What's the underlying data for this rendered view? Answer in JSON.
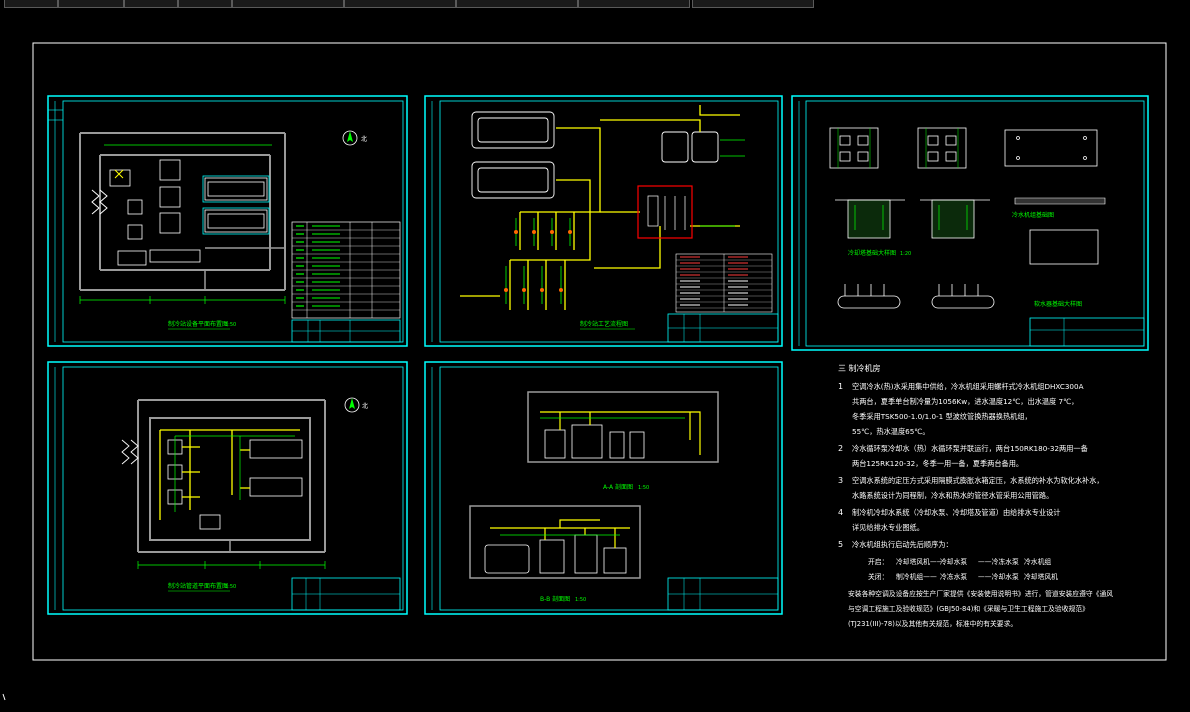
{
  "sheets": {
    "sheet1": {
      "caption": "制冷站设备平面布置图",
      "scale": "1:50",
      "north": "北"
    },
    "sheet2": {
      "caption": "制冷站工艺流程图"
    },
    "sheet3": {
      "captions": [
        "冷水机组基础图",
        "冷却塔基础大样图",
        "软水器基础大样图"
      ],
      "scale": "1:20"
    },
    "sheet4": {
      "caption": "制冷站管道平面布置图",
      "scale": "1:50",
      "north": "北"
    },
    "sheet5": {
      "captions": [
        "A-A 剖面图",
        "B-B 剖面图"
      ],
      "scale": "1:50"
    }
  },
  "notes": {
    "heading": "三  制冷机房",
    "items": [
      {
        "num": "1",
        "lines": [
          "空调冷水(热)水采用集中供给，冷水机组采用螺杆式冷水机组DHXC300A",
          "共两台，夏季单台制冷量为1056Kw，进水温度12℃，出水温度 7℃，",
          "冬季采用TSK500-1.0/1.0-1          型波纹管换热器换热机组，",
          "55℃，热水温度65℃。"
        ]
      },
      {
        "num": "2",
        "lines": [
          "冷水循环泵冷却水（热）水循环泵并联运行，两台150RK180-32两用一备",
          "两台125RK120-32，冬季一用一备，夏季两台备用。"
        ]
      },
      {
        "num": "3",
        "lines": [
          "空调水系统的定压方式采用隔膜式膨胀水箱定压，水系统的补水为软化水补水，",
          "水路系统设计为同程制，冷水和热水的管径水管采用公用管路。"
        ]
      },
      {
        "num": "4",
        "lines": [
          "制冷机冷却水系统（冷却水泵、冷却塔及管道）由给排水专业设计",
          "详见给排水专业图纸。"
        ]
      },
      {
        "num": "5",
        "lines": [
          "冷水机组执行启动先后顺序为："
        ]
      }
    ],
    "sequence": {
      "row1": [
        "开启：",
        "冷却塔风机——",
        "冷却水泵",
        "——冷冻水泵",
        "冷水机组"
      ],
      "row2": [
        "关闭：",
        "制冷机组——",
        "冷冻水泵",
        "——冷却水泵",
        "冷却塔风机"
      ]
    },
    "footer": [
      "安装各种空调及设备应按生产厂家提供《安装使用说明书》进行，管道安装应遵守《通风",
      "与空调工程施工及验收规范》(GBJ50-84)和《采暖与卫生工程施工及验收规范》",
      "(TJ231(III)-78)以及其他有关规范，标准中的有关要求。"
    ]
  },
  "colors": {
    "frame": "#00ffff",
    "border": "#ffffff",
    "pipe_yellow": "#ffff00",
    "pipe_green": "#00ff00",
    "highlight_red": "#ff0000",
    "text": "#ffffff"
  }
}
